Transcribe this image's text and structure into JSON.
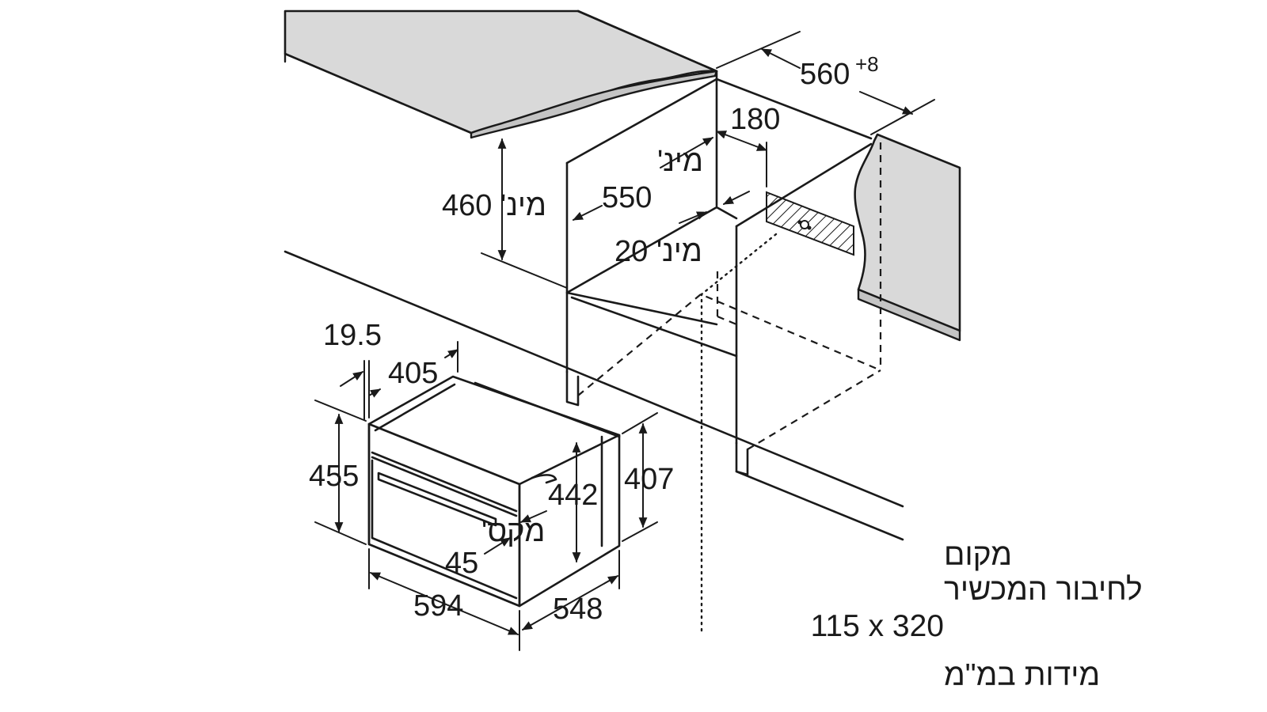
{
  "labels": {
    "niche_width": "560",
    "niche_width_tolerance": "+8",
    "rear_gap": "180",
    "niche_depth_min_prefix": "מינ'",
    "niche_depth_value": "550",
    "niche_height_label": "מינ' 460",
    "side_gap_label": "מינ' 20",
    "front_offset": "19.5",
    "top_depth": "405",
    "oven_height": "455",
    "inner_height": "442",
    "side_height": "407",
    "door_gap_prefix": "מקס'",
    "door_gap_value": "45",
    "oven_width": "594",
    "oven_depth": "548",
    "connection_line1": "מקום",
    "connection_line2": "לחיבור המכשיר",
    "connection_line3": "115 x 320",
    "units_note": "מידות במ\"מ"
  },
  "colors": {
    "line": "#1a1a1a",
    "countertop": "#d9d9d9",
    "countertop_edge": "#c4c4c4",
    "background": "#ffffff"
  }
}
